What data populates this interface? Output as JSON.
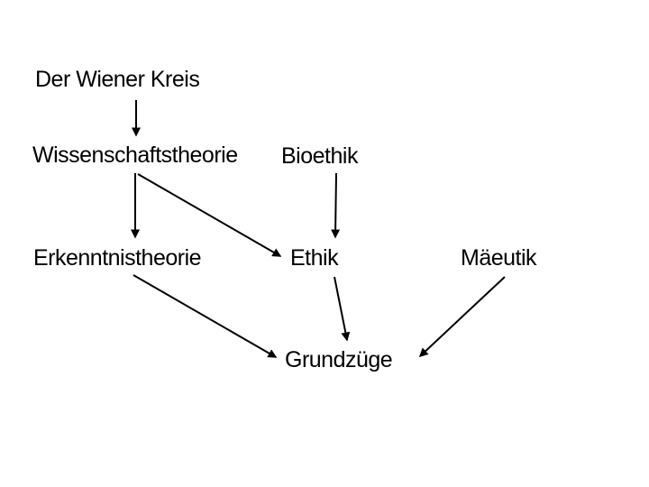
{
  "slide": {
    "background_color": "#ffffff",
    "text_color": "#000000",
    "arrow_color": "#000000"
  },
  "nodes": {
    "title": {
      "label": "Der Wiener Kreis"
    },
    "wissenschaftstheorie": {
      "label": "Wissenschaftstheorie"
    },
    "bioethik": {
      "label": "Bioethik"
    },
    "erkenntnistheorie": {
      "label": "Erkenntnistheorie"
    },
    "ethik": {
      "label": "Ethik"
    },
    "maeutik": {
      "label": "Mäeutik"
    },
    "grundzuege": {
      "label": "Grundzüge"
    }
  },
  "edges": [
    {
      "from": "Der Wiener Kreis",
      "to": "Wissenschaftstheorie"
    },
    {
      "from": "Wissenschaftstheorie",
      "to": "Erkenntnistheorie"
    },
    {
      "from": "Wissenschaftstheorie",
      "to": "Ethik"
    },
    {
      "from": "Bioethik",
      "to": "Ethik"
    },
    {
      "from": "Erkenntnistheorie",
      "to": "Grundzüge"
    },
    {
      "from": "Ethik",
      "to": "Grundzüge"
    },
    {
      "from": "Mäeutik",
      "to": "Grundzüge"
    }
  ]
}
